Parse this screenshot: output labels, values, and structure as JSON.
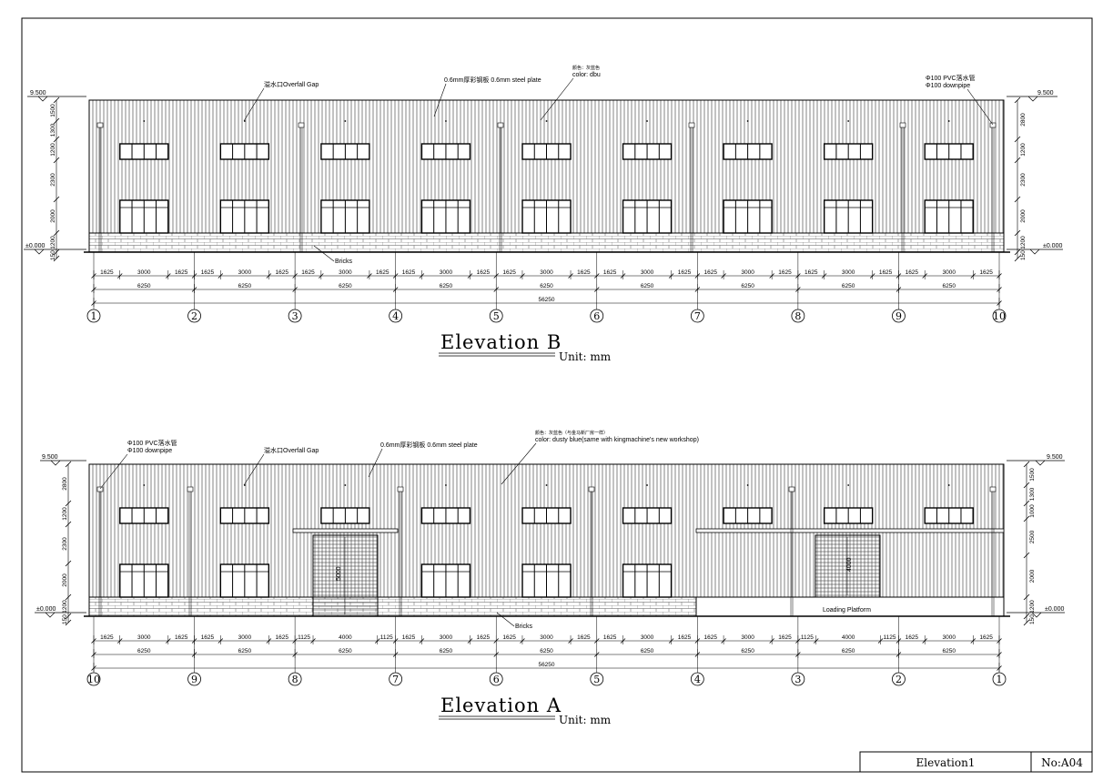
{
  "title_block": {
    "sheet_name": "Elevation1",
    "sheet_no": "No:A04"
  },
  "elevation_b": {
    "title": "Elevation B",
    "unit": "Unit: mm",
    "level_top": "9.500",
    "level_zero": "±0.000",
    "left_dims": [
      "1500",
      "1300",
      "1200",
      "2300",
      "2000",
      "1200",
      "150"
    ],
    "right_dims": [
      "2800",
      "1200",
      "2300",
      "2000",
      "1200",
      "150"
    ],
    "notes": {
      "overfall": "溢水口Overfall Gap",
      "steel_plate": "0.6mm厚彩钢板  0.6mm steel plate",
      "color_cn": "颜色：灰蓝色",
      "color_en": "color: dbu",
      "downpipe_cn": "Φ100 PVC落水管",
      "downpipe_en": "Φ100 downpipe",
      "bricks": "Bricks"
    },
    "seg_dims": [
      "1625",
      "3000",
      "1625",
      "1625",
      "3000",
      "1625",
      "1625",
      "3000",
      "1625",
      "1625",
      "3000",
      "1625",
      "1625",
      "3000",
      "1625",
      "1625",
      "3000",
      "1625",
      "1625",
      "3000",
      "1625",
      "1625",
      "3000",
      "1625",
      "1625",
      "3000",
      "1625"
    ],
    "bay_dims": [
      "6250",
      "6250",
      "6250",
      "6250",
      "6250",
      "6250",
      "6250",
      "6250",
      "6250"
    ],
    "total_dim": "56250",
    "axes": [
      "1",
      "2",
      "3",
      "4",
      "5",
      "6",
      "7",
      "8",
      "9",
      "10"
    ]
  },
  "elevation_a": {
    "title": "Elevation A",
    "unit": "Unit: mm",
    "level_top": "9.500",
    "level_zero": "±0.000",
    "left_dims": [
      "2800",
      "1200",
      "2300",
      "2000",
      "1200",
      "150"
    ],
    "right_dims": [
      "1500",
      "1300",
      "1000",
      "2500",
      "2000",
      "1200",
      "150"
    ],
    "notes": {
      "downpipe_cn": "Φ100 PVC落水管",
      "downpipe_en": "Φ100 downpipe",
      "overfall": "溢水口Overfall Gap",
      "steel_plate": "0.6mm厚彩钢板  0.6mm steel plate",
      "color_cn": "颜色：灰蓝色（与金马新厂房一样）",
      "color_en": "color: dusty blue(same with kingmachine's new workshop)",
      "bricks": "Bricks",
      "loading": "Loading Platform",
      "door1_h": "5000",
      "door2_h": "4000"
    },
    "seg_dims": [
      "1625",
      "3000",
      "1625",
      "1625",
      "3000",
      "1625",
      "1125",
      "4000",
      "1125",
      "1625",
      "3000",
      "1625",
      "1625",
      "3000",
      "1625",
      "1625",
      "3000",
      "1625",
      "1625",
      "3000",
      "1625",
      "1125",
      "4000",
      "1125",
      "1625",
      "3000",
      "1625"
    ],
    "bay_dims": [
      "6250",
      "6250",
      "6250",
      "6250",
      "6250",
      "6250",
      "6250",
      "6250",
      "6250"
    ],
    "total_dim": "56250",
    "axes": [
      "10",
      "9",
      "8",
      "7",
      "6",
      "5",
      "4",
      "3",
      "2",
      "1"
    ]
  }
}
